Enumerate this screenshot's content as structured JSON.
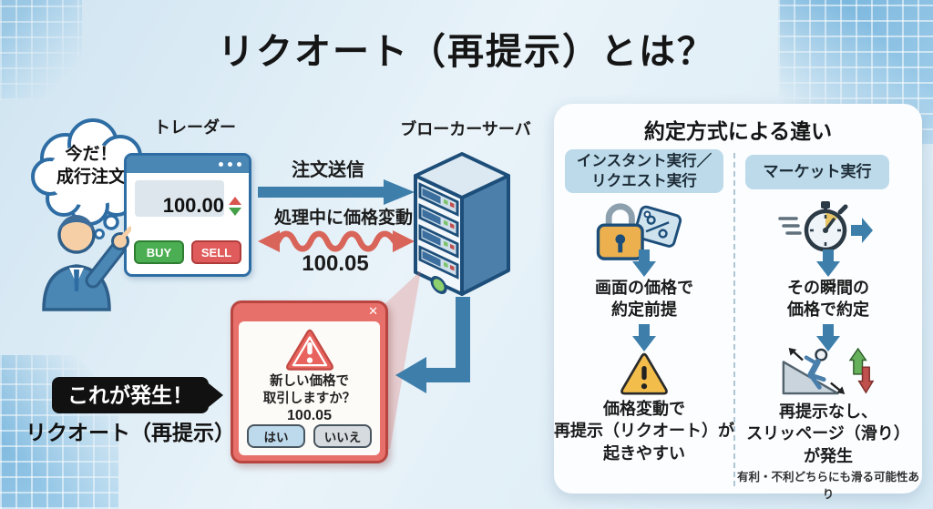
{
  "title": "リクオート（再提示）とは？",
  "trader": {
    "thought": {
      "line1": "今だ！",
      "line2": "成行注文"
    },
    "label": "トレーダー",
    "window": {
      "price": "100.00",
      "buy_label": "BUY",
      "sell_label": "SELL"
    }
  },
  "flow": {
    "order_arrow_label": "注文送信",
    "change_arrow_label": "処理中に価格変動",
    "changed_price": "100.05",
    "server_label": "ブローカーサーバ"
  },
  "requote_popup": {
    "close": "✕",
    "message_line1": "新しい価格で",
    "message_line2": "取引しますか？",
    "new_price": "100.05",
    "yes_label": "はい",
    "no_label": "いいえ"
  },
  "callout": {
    "badge": "これが発生！",
    "term": "リクオート（再提示）"
  },
  "comparison_panel": {
    "title": "約定方式による違い",
    "instant": {
      "header_line1": "インスタント実行／",
      "header_line2": "リクエスト実行",
      "step1_line1": "画面の価格で",
      "step1_line2": "約定前提",
      "result_line1": "価格変動で",
      "result_line2": "再提示（リクオート）が",
      "result_line3": "起きやすい"
    },
    "market": {
      "header": "マーケット実行",
      "step1_line1": "その瞬間の",
      "step1_line2": "価格で約定",
      "result_line1": "再提示なし、",
      "result_line2": "スリッページ（滑り）",
      "result_line3": "が発生",
      "note": "有利・不利どちらにも滑る可能性あり"
    }
  },
  "colors": {
    "accent_blue": "#3d7eab",
    "alert_red": "#d9534f",
    "warning_yellow": "#f2bd4a",
    "buy_green": "#4cae52",
    "sell_red": "#e05c5c",
    "header_chip_blue": "#bcdaea",
    "callout_black": "#111111"
  }
}
